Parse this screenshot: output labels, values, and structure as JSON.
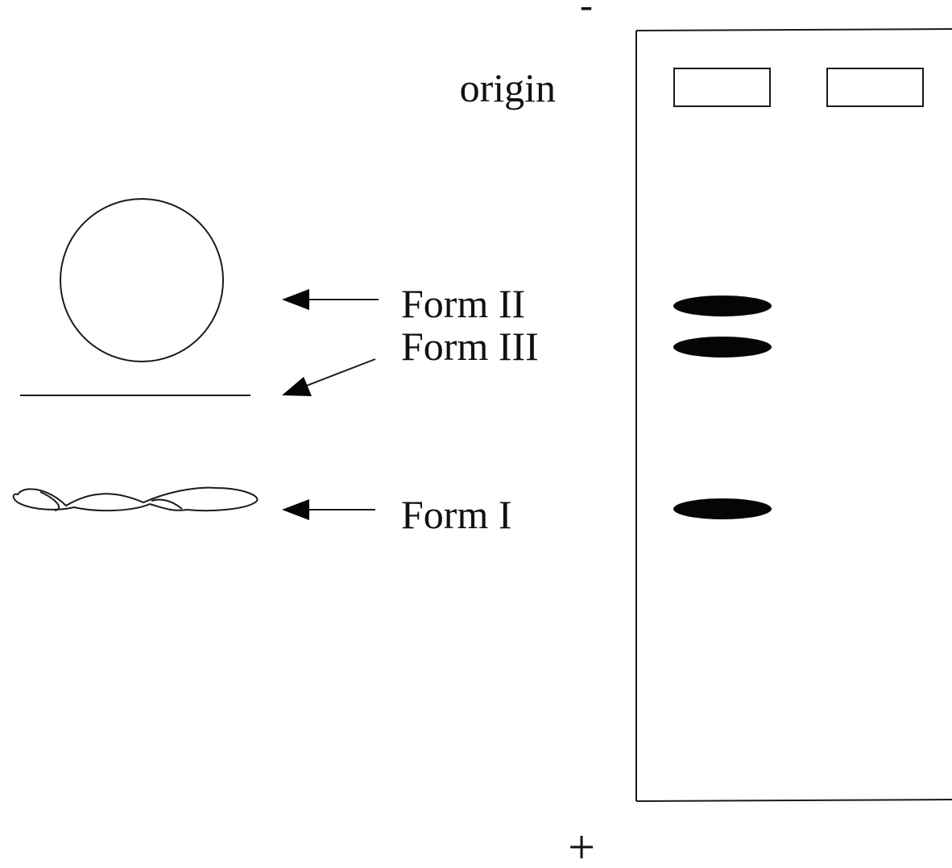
{
  "electrodes": {
    "cathode": "-",
    "anode": "+"
  },
  "gel": {
    "origin_label": "origin",
    "wells": [
      "lane-1",
      "lane-2"
    ]
  },
  "forms": [
    {
      "key": "form2",
      "label": "Form II",
      "shape": "nicked circular DNA (open circle)"
    },
    {
      "key": "form3",
      "label": "Form III",
      "shape": "linear DNA (straight line)"
    },
    {
      "key": "form1",
      "label": "Form I",
      "shape": "supercoiled DNA (twisted loop)"
    }
  ],
  "bands": {
    "lane": 1,
    "order_from_origin": [
      "Form II",
      "Form III",
      "Form I"
    ]
  },
  "colors": {
    "ink": "#111111",
    "background": "#ffffff"
  }
}
